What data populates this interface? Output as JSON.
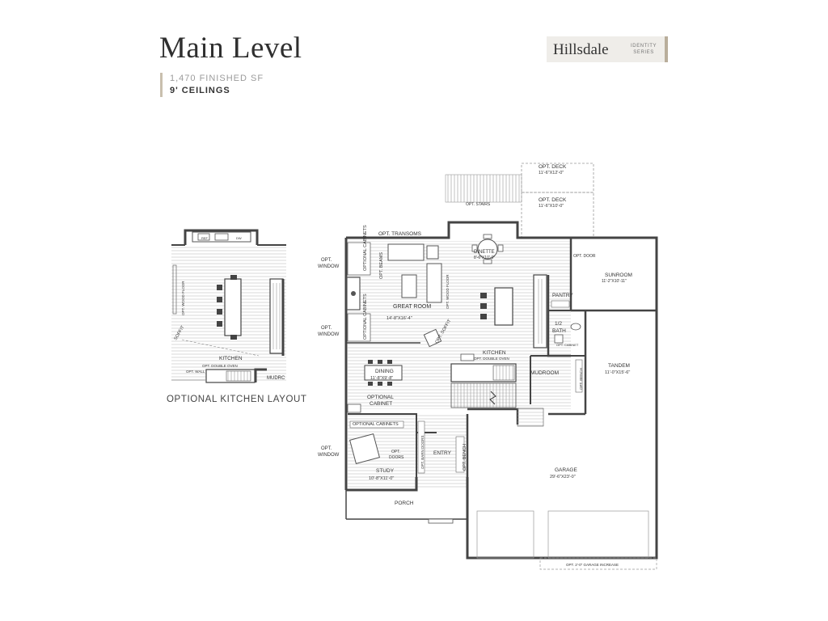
{
  "header": {
    "title": "Main Level",
    "finished_sf": "1,470 FINISHED SF",
    "ceilings": "9' CEILINGS",
    "brand_name": "Hillsdale",
    "brand_series_1": "IDENTITY",
    "brand_series_2": "SERIES"
  },
  "optional_layout": {
    "caption": "OPTIONAL KITCHEN LAYOUT",
    "labels": {
      "kitchen": "KITCHEN",
      "soffit": "SOFFIT",
      "mudroom": "MUDRC",
      "opt_double_oven": "OPT. DOUBLE OVEN",
      "opt_wall": "OPT. WALL",
      "opt_wood_floor": "OPT. WOOD FLOOR",
      "ref": "REF",
      "dw": "DW"
    }
  },
  "plan": {
    "labels": {
      "opt_deck_1": "OPT. DECK",
      "opt_deck_1_size": "11'-6\"X12'-0\"",
      "opt_deck_2": "OPT. DECK",
      "opt_deck_2_size": "11'-6\"X10'-0\"",
      "opt_stairs": "OPT. STAIRS",
      "opt_transoms": "OPT. TRANSOMS",
      "opt_window_1": "OPT.",
      "opt_window_1b": "WINDOW",
      "opt_window_2": "OPT.",
      "opt_window_2b": "WINDOW",
      "opt_window_3": "OPT.",
      "opt_window_3b": "WINDOW",
      "optional_cabinets_1": "OPTIONAL CABINETS",
      "optional_cabinets_2": "OPTIONAL CABINETS",
      "opt_beams": "OPT. BEAMS",
      "great_room": "GREAT ROOM",
      "great_room_size": "14'-8\"X16'-4\"",
      "opt_wood_floor": "OPT. WOOD FLOOR",
      "opt_soffit": "OPT. SOFFIT",
      "dinette": "DINETTE",
      "dinette_size": "8'-6\"X10'-0\"",
      "opt_door": "OPT. DOOR",
      "sunroom": "SUNROOM",
      "sunroom_size": "11'-2\"X10'-11\"",
      "pantry": "PANTRY",
      "half_bath": "1/2",
      "half_bath_b": "BATH",
      "opt_cabinet": "OPT. CABINET",
      "kitchen": "KITCHEN",
      "opt_double_oven": "OPT. DOUBLE OVEN",
      "dining": "DINING",
      "dining_size": "11'-8\"X9'-8\"",
      "optional_cabinet": "OPTIONAL",
      "optional_cabinet_b": "CABINET",
      "mudroom": "MUDROOM",
      "opt_bench_1": "OPT. BENCH",
      "tandem": "TANDEM",
      "tandem_size": "11'-0\"X15'-6\"",
      "opt_cabinets_study": "OPTIONAL CABINETS",
      "opt_barn_doors": "OPT. BARN DOORS",
      "opt_doors": "OPT.",
      "opt_doors_b": "DOORS",
      "entry": "ENTRY",
      "opt_bench_2": "OPT. BENCH",
      "study": "STUDY",
      "study_size": "10'-8\"X11'-0\"",
      "garage": "GARAGE",
      "garage_size": "29'-6\"X23'-0\"",
      "porch": "PORCH",
      "garage_increase": "OPT. 2'-0\" GARAGE INCREASE"
    }
  }
}
